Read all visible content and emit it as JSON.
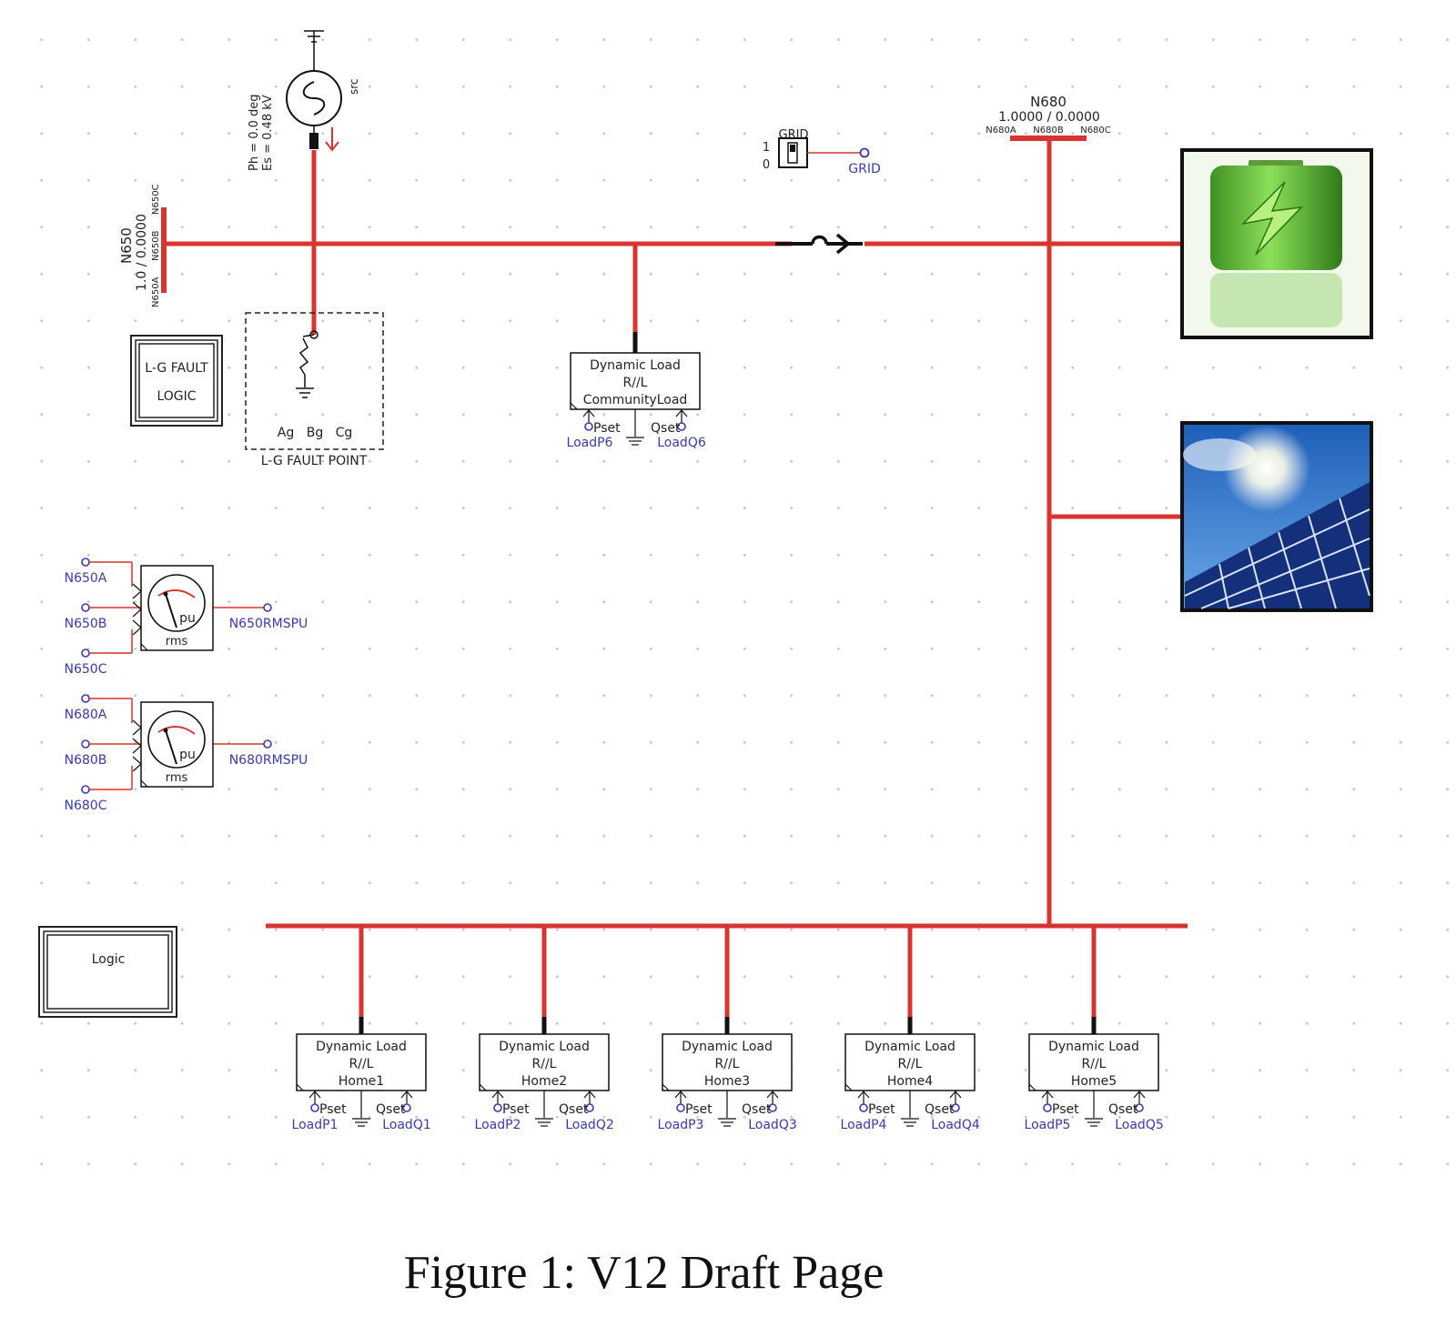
{
  "source": {
    "label": "src",
    "ph": "Ph = 0.0 deg",
    "es": "Es = 0.48 kV"
  },
  "bus650": {
    "name": "N650",
    "values": "1.0  /  0.0000",
    "phases": [
      "N650A",
      "N650B",
      "N650C"
    ]
  },
  "bus680": {
    "name": "N680",
    "values": "1.0000  /   0.0000",
    "phases": [
      "N680A",
      "N680B",
      "N680C"
    ]
  },
  "grid_switch": {
    "title": "GRID",
    "state_on": "1",
    "state_off": "0",
    "signal": "GRID"
  },
  "fault_logic": {
    "line1": "L-G FAULT",
    "line2": "LOGIC"
  },
  "fault_point": {
    "phases": [
      "Ag",
      "Bg",
      "Cg"
    ],
    "label": "L-G FAULT POINT"
  },
  "logic_block": {
    "label": "Logic"
  },
  "community_load": {
    "title": "Dynamic Load",
    "type": "R//L",
    "name": "CommunityLoad",
    "pset": "Pset",
    "qset": "Qset",
    "p_signal": "LoadP6",
    "q_signal": "LoadQ6"
  },
  "meter650": {
    "inputs": [
      "N650A",
      "N650B",
      "N650C"
    ],
    "unit": "pu",
    "mode": "rms",
    "output": "N650RMSPU"
  },
  "meter680": {
    "inputs": [
      "N680A",
      "N680B",
      "N680C"
    ],
    "unit": "pu",
    "mode": "rms",
    "output": "N680RMSPU"
  },
  "home_loads": [
    {
      "title": "Dynamic Load",
      "type": "R//L",
      "name": "Home1",
      "pset": "Pset",
      "qset": "Qset",
      "p_signal": "LoadP1",
      "q_signal": "LoadQ1"
    },
    {
      "title": "Dynamic Load",
      "type": "R//L",
      "name": "Home2",
      "pset": "Pset",
      "qset": "Qset",
      "p_signal": "LoadP2",
      "q_signal": "LoadQ2"
    },
    {
      "title": "Dynamic Load",
      "type": "R//L",
      "name": "Home3",
      "pset": "Pset",
      "qset": "Qset",
      "p_signal": "LoadP3",
      "q_signal": "LoadQ3"
    },
    {
      "title": "Dynamic Load",
      "type": "R//L",
      "name": "Home4",
      "pset": "Pset",
      "qset": "Qset",
      "p_signal": "LoadP4",
      "q_signal": "LoadQ4"
    },
    {
      "title": "Dynamic Load",
      "type": "R//L",
      "name": "Home5",
      "pset": "Pset",
      "qset": "Qset",
      "p_signal": "LoadP5",
      "q_signal": "LoadQ5"
    }
  ],
  "caption": "Figure 1: V12 Draft Page",
  "colors": {
    "wire": "#d9342f",
    "signal": "#3a3ab0",
    "border": "#222222"
  }
}
